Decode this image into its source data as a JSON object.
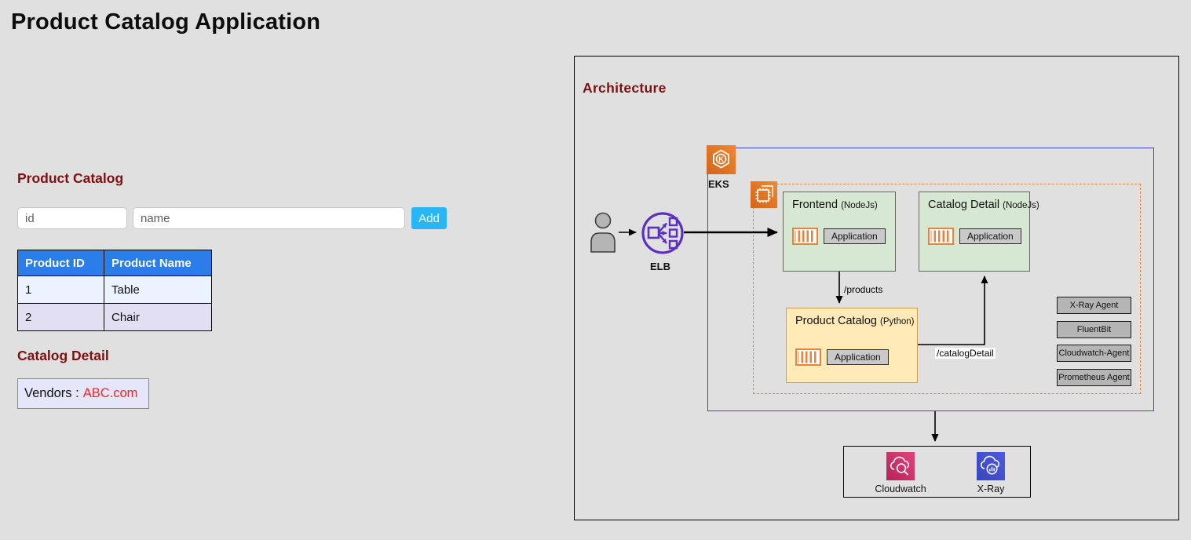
{
  "page": {
    "title": "Product Catalog Application"
  },
  "product_catalog": {
    "heading": "Product Catalog",
    "form": {
      "id_placeholder": "id",
      "name_placeholder": "name",
      "add_button": "Add"
    },
    "table": {
      "headers": [
        "Product ID",
        "Product Name"
      ],
      "rows": [
        [
          "1",
          "Table"
        ],
        [
          "2",
          "Chair"
        ]
      ]
    }
  },
  "catalog_detail": {
    "heading": "Catalog Detail",
    "vendors_label": "Vendors :",
    "vendor_name": "ABC.com"
  },
  "architecture": {
    "title": "Architecture",
    "elb": {
      "label": "ELB",
      "icon": "load-balancer-icon"
    },
    "eks": {
      "label": "EKS",
      "icon": "eks-kubernetes-icon"
    },
    "user_icon": "person-icon",
    "pod_group_icon": "container-chip-icon",
    "services": {
      "frontend": {
        "name": "Frontend",
        "runtime": "(NodeJs)",
        "app_label": "Application",
        "icon": "container-stripes-icon"
      },
      "catalog_detail": {
        "name": "Catalog Detail",
        "runtime": "(NodeJs)",
        "app_label": "Application",
        "icon": "container-stripes-icon"
      },
      "product_catalog": {
        "name": "Product Catalog",
        "runtime": "(Python)",
        "app_label": "Application",
        "icon": "container-stripes-icon"
      }
    },
    "routes": {
      "products": "/products",
      "catalog_detail": "/catalogDetail"
    },
    "agents": [
      "X-Ray Agent",
      "FluentBit",
      "Cloudwatch-Agent",
      "Prometheus Agent"
    ],
    "monitoring": {
      "cloudwatch_label": "Cloudwatch",
      "cloudwatch_icon": "cloudwatch-icon",
      "xray_label": "X-Ray",
      "xray_icon": "xray-icon"
    }
  },
  "colors": {
    "page_bg": "#e0e0e0",
    "heading_maroon": "#7d1010",
    "table_header_blue": "#2b7de9",
    "table_row_light_blue": "#edf3fe",
    "table_row_lavender": "#e2dff2",
    "add_button_cyan": "#29b6f6",
    "vendor_red": "#fb2222",
    "vendor_box_bg": "#e6e6fa",
    "service_green": "#d6e7d2",
    "service_yellow": "#ffeab8",
    "cluster_border_blue": "#4141e8",
    "namespace_border_orange": "#e8833a",
    "aws_orange": "#e27a22",
    "elb_purple": "#5b2fc2",
    "cloudwatch_pink": "#d03569",
    "xray_indigo": "#4450cf",
    "agent_gray": "#b5b5b5"
  }
}
